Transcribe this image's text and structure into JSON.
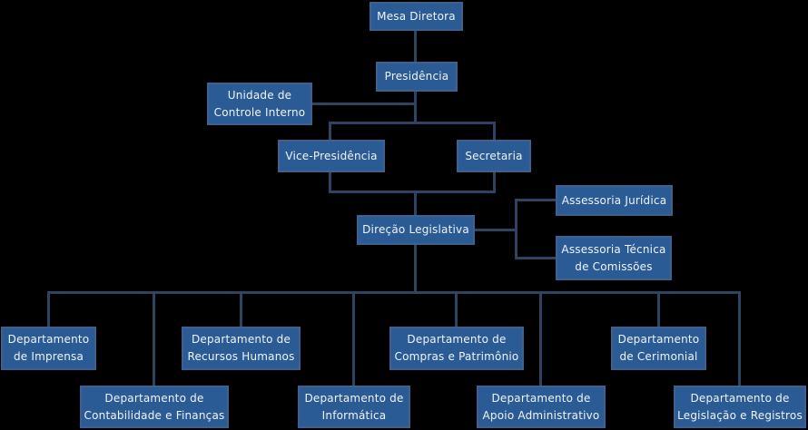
{
  "colors": {
    "background": "#000000",
    "node_fill": "#2a5b94",
    "node_border": "#40618c",
    "connector": "#2d4560",
    "text": "#f0f3f7"
  },
  "nodes": [
    {
      "id": "mesa-diretora",
      "label": "Mesa Diretora"
    },
    {
      "id": "presidencia",
      "label": "Presidência"
    },
    {
      "id": "unidade-controle-interno",
      "label": "Unidade de\nControle Interno"
    },
    {
      "id": "vice-presidencia",
      "label": "Vice-Presidência"
    },
    {
      "id": "secretaria",
      "label": "Secretaria"
    },
    {
      "id": "direcao-legislativa",
      "label": "Direção Legislativa"
    },
    {
      "id": "assessoria-juridica",
      "label": "Assessoria Jurídica"
    },
    {
      "id": "assessoria-tecnica-comissoes",
      "label": "Assessoria Técnica\nde Comissões"
    },
    {
      "id": "departamento-imprensa",
      "label": "Departamento\nde Imprensa"
    },
    {
      "id": "departamento-recursos-humanos",
      "label": "Departamento de\nRecursos Humanos"
    },
    {
      "id": "departamento-compras-patrimonio",
      "label": "Departamento de\nCompras e Patrimônio"
    },
    {
      "id": "departamento-cerimonial",
      "label": "Departamento\nde Cerimonial"
    },
    {
      "id": "departamento-contabilidade-financas",
      "label": "Departamento de\nContabilidade e Finanças"
    },
    {
      "id": "departamento-informatica",
      "label": "Departamento de\nInformática"
    },
    {
      "id": "departamento-apoio-administrativo",
      "label": "Departamento de\nApoio Administrativo"
    },
    {
      "id": "departamento-legislacao-registros",
      "label": "Departamento de\nLegislação e Registros"
    }
  ],
  "edges": [
    [
      "mesa-diretora",
      "presidencia"
    ],
    [
      "presidencia",
      "unidade-controle-interno"
    ],
    [
      "presidencia",
      "vice-presidencia"
    ],
    [
      "presidencia",
      "secretaria"
    ],
    [
      "vice-presidencia",
      "direcao-legislativa"
    ],
    [
      "secretaria",
      "direcao-legislativa"
    ],
    [
      "direcao-legislativa",
      "assessoria-juridica"
    ],
    [
      "direcao-legislativa",
      "assessoria-tecnica-comissoes"
    ],
    [
      "direcao-legislativa",
      "departamento-imprensa"
    ],
    [
      "direcao-legislativa",
      "departamento-recursos-humanos"
    ],
    [
      "direcao-legislativa",
      "departamento-compras-patrimonio"
    ],
    [
      "direcao-legislativa",
      "departamento-cerimonial"
    ],
    [
      "direcao-legislativa",
      "departamento-contabilidade-financas"
    ],
    [
      "direcao-legislativa",
      "departamento-informatica"
    ],
    [
      "direcao-legislativa",
      "departamento-apoio-administrativo"
    ],
    [
      "direcao-legislativa",
      "departamento-legislacao-registros"
    ]
  ]
}
